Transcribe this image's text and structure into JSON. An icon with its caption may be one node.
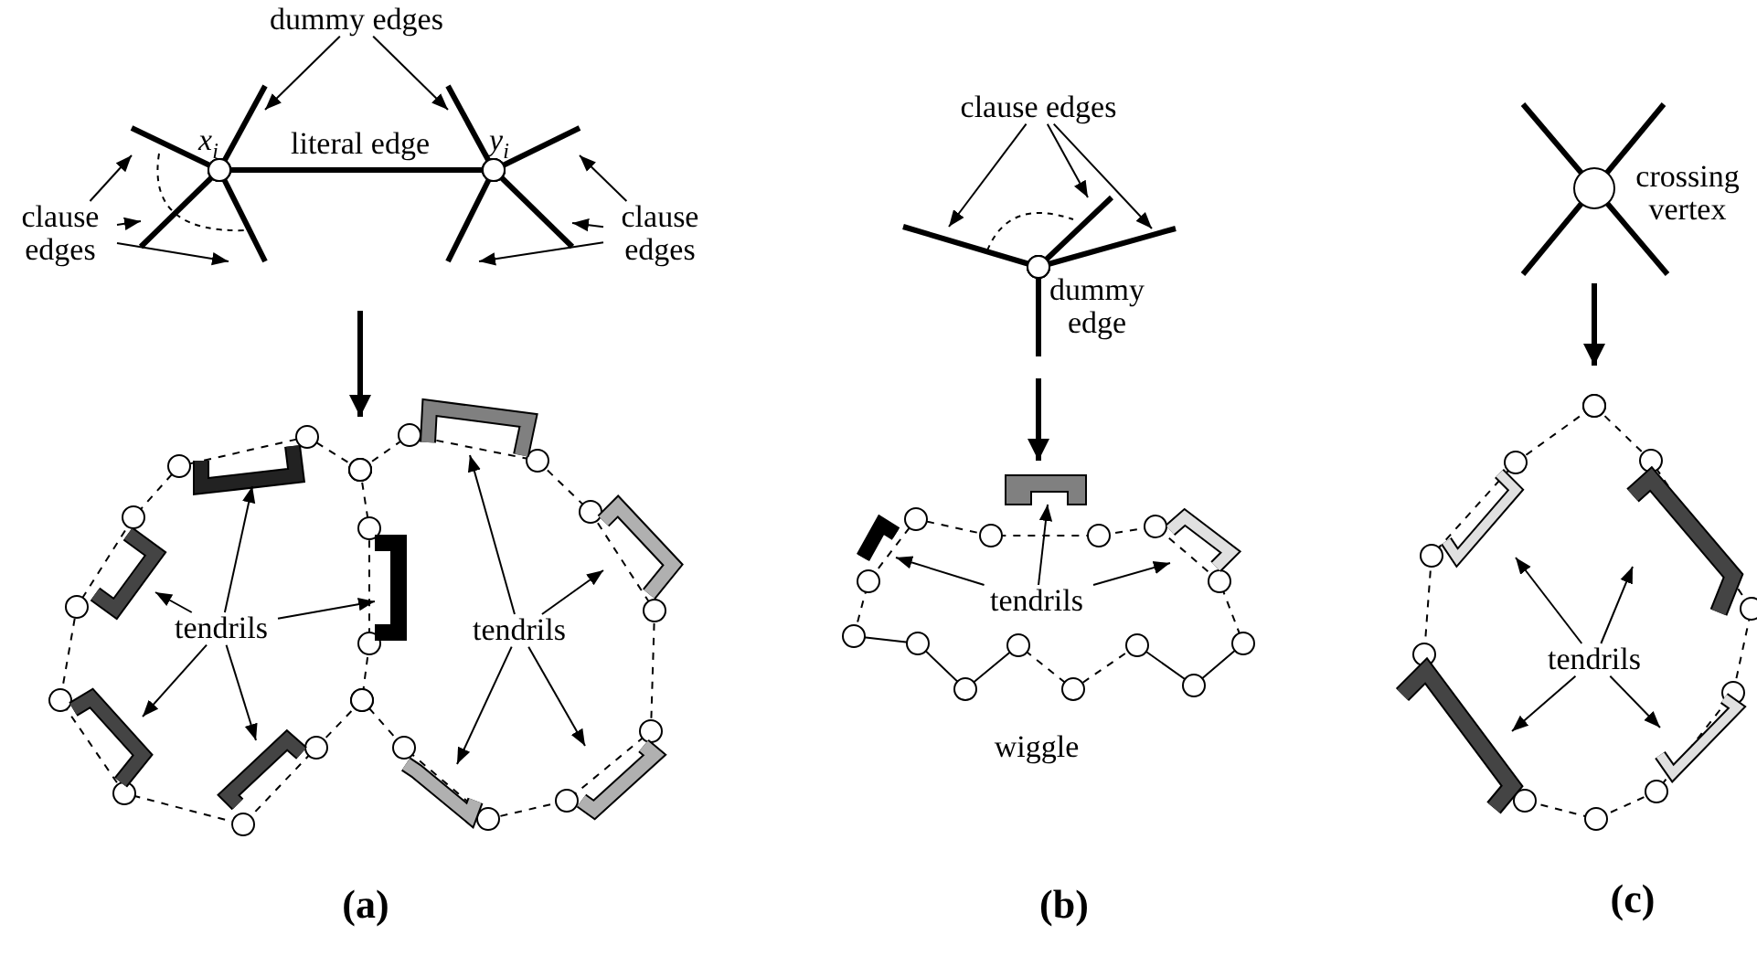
{
  "diagram": {
    "nodes": [
      {
        "text": [
          "dummy edges"
        ]
      },
      {
        "text": [
          "clause edges"
        ]
      },
      {
        "text": [
          "clause edges"
        ]
      },
      {
        "text": [
          "tendrils"
        ]
      },
      {
        "text": [
          "tendrils"
        ]
      },
      {
        "text": [
          "clause edges"
        ]
      },
      {
        "text": [
          "tendrils"
        ]
      },
      {
        "text": [
          "tendrils"
        ]
      },
      {
        "text": [],
        "shape": "line"
      },
      {
        "text": [],
        "shape": "line"
      },
      {
        "text": [],
        "shape": "line"
      },
      {
        "text": [],
        "shape": "line"
      },
      {
        "text": [],
        "shape": "line"
      },
      {
        "text": [],
        "shape": "line"
      },
      {
        "text": [],
        "shape": "line"
      },
      {
        "text": [],
        "shape": "line"
      },
      {
        "text": [],
        "shape": "line"
      },
      {
        "text": [],
        "shape": "line"
      },
      {
        "text": [],
        "shape": "line"
      },
      {
        "text": [],
        "shape": "bar"
      },
      {
        "text": [],
        "shape": "bar"
      },
      {
        "text": [],
        "shape": "bar"
      },
      {
        "text": [],
        "shape": "bar"
      },
      {
        "text": [],
        "shape": "bar"
      },
      {
        "text": [],
        "shape": "bar"
      },
      {
        "text": [],
        "shape": "bar"
      },
      {
        "text": [],
        "shape": "bar"
      },
      {
        "text": [],
        "shape": "bar"
      },
      {
        "text": [],
        "shape": "bar"
      },
      {
        "text": [],
        "shape": "bar"
      },
      {
        "text": [],
        "shape": "bar"
      },
      {
        "text": [],
        "shape": "bar"
      },
      {
        "text": [],
        "shape": "bar"
      },
      {
        "text": [],
        "shape": "bar"
      },
      {
        "text": [],
        "shape": "bar"
      }
    ],
    "edges": [
      {
        "from": 0,
        "to": 9,
        "arrow": "to"
      },
      {
        "from": 0,
        "to": 12,
        "arrow": "to"
      },
      {
        "from": 1,
        "to": 8,
        "arrow": "to"
      },
      {
        "from": 1,
        "to": 10,
        "arrow": "to"
      },
      {
        "from": 1,
        "to": 11,
        "arrow": "to"
      },
      {
        "from": 2,
        "to": 13,
        "arrow": "to"
      },
      {
        "from": 2,
        "to": 15,
        "arrow": "to"
      },
      {
        "from": 2,
        "to": 14,
        "arrow": "to"
      },
      {
        "from": 3,
        "to": 19,
        "arrow": "to"
      },
      {
        "from": 3,
        "to": 20,
        "arrow": "to"
      },
      {
        "from": 3,
        "to": 21,
        "arrow": "to"
      },
      {
        "from": 3,
        "to": 22,
        "arrow": "to"
      },
      {
        "from": 3,
        "to": 23,
        "arrow": "to"
      },
      {
        "from": 4,
        "to": 24,
        "arrow": "to"
      },
      {
        "from": 4,
        "to": 25,
        "arrow": "to"
      },
      {
        "from": 4,
        "to": 26,
        "arrow": "to"
      },
      {
        "from": 4,
        "to": 27,
        "arrow": "to"
      },
      {
        "from": 5,
        "to": 16,
        "arrow": "to"
      },
      {
        "from": 5,
        "to": 17,
        "arrow": "to"
      },
      {
        "from": 5,
        "to": 18,
        "arrow": "to"
      },
      {
        "from": 6,
        "to": 29,
        "arrow": "to"
      },
      {
        "from": 6,
        "to": 28,
        "arrow": "to"
      },
      {
        "from": 6,
        "to": 30,
        "arrow": "to"
      },
      {
        "from": 7,
        "to": 31,
        "arrow": "to"
      },
      {
        "from": 7,
        "to": 32,
        "arrow": "to"
      },
      {
        "from": 7,
        "to": 33,
        "arrow": "to"
      },
      {
        "from": 7,
        "to": 34,
        "arrow": "to"
      }
    ],
    "labels": [
      "*x*$_{i}$",
      "literal edge",
      "*y*$_{i}$",
      "dummy edge",
      "crossing vertex",
      "wiggle",
      "(a)",
      "(b)",
      "(c)"
    ]
  }
}
